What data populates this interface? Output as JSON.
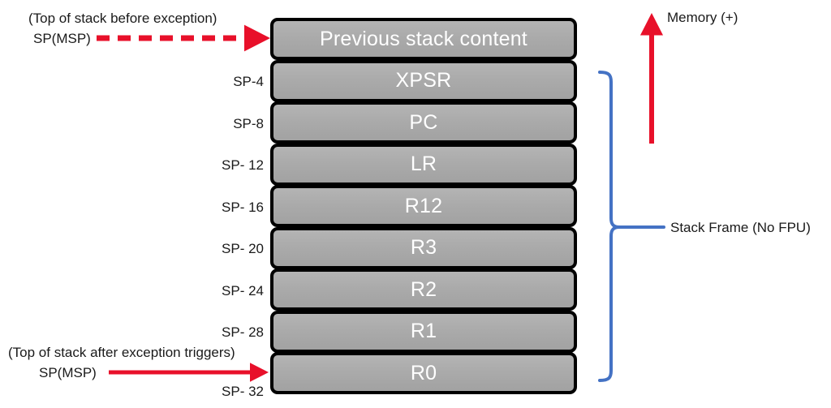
{
  "diagram": {
    "title": "ARM Cortex-M exception stack frame layout",
    "colors": {
      "arrow_red": "#e8102a",
      "brace_blue": "#4472c4",
      "box_fill": "#aaaaaa",
      "box_border": "#000000",
      "box_text": "#ffffff",
      "text": "#1a1a1a",
      "background": "#ffffff"
    }
  },
  "stack": {
    "rows": [
      {
        "content": "Previous stack content",
        "offset": ""
      },
      {
        "content": "XPSR",
        "offset": "SP-4"
      },
      {
        "content": "PC",
        "offset": "SP-8"
      },
      {
        "content": "LR",
        "offset": "SP- 12"
      },
      {
        "content": "R12",
        "offset": "SP- 16"
      },
      {
        "content": "R3",
        "offset": "SP- 20"
      },
      {
        "content": "R2",
        "offset": "SP- 24"
      },
      {
        "content": "R1",
        "offset": "SP- 28"
      },
      {
        "content": "R0",
        "offset": "SP- 32"
      }
    ]
  },
  "annotations": {
    "before": {
      "note": "(Top of stack before exception)",
      "pointer_label": "SP(MSP)",
      "arrow_style": "dashed"
    },
    "after": {
      "note": "(Top of stack after exception triggers)",
      "pointer_label": "SP(MSP)",
      "arrow_style": "solid"
    },
    "memory_direction": "Memory (+)",
    "bracket_label": "Stack Frame (No FPU)"
  }
}
